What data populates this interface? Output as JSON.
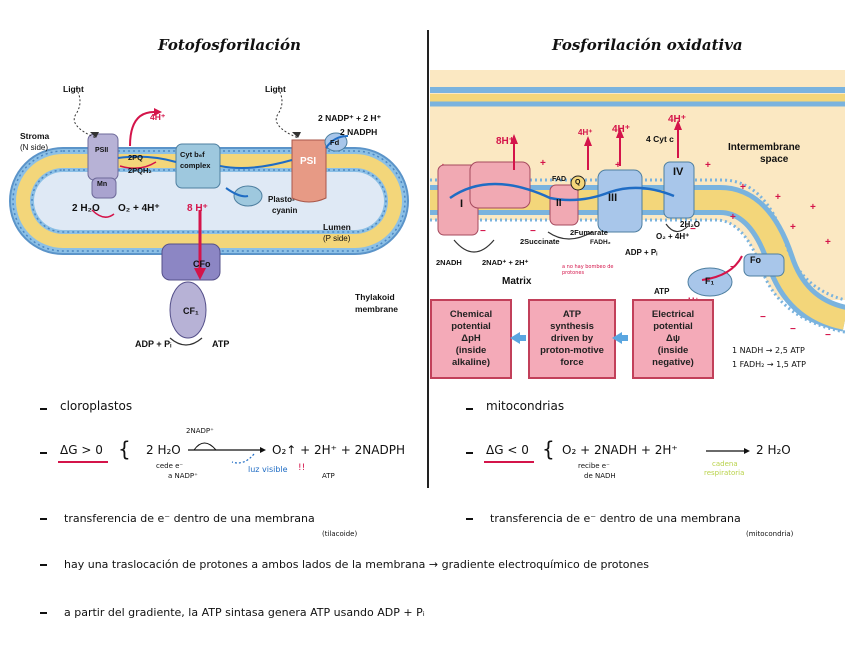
{
  "left_title": "Fotofosforilación",
  "right_title": "Fosforilación oxidativa",
  "left_diagram": {
    "light_1": "Light",
    "light_2": "Light",
    "stroma": "Stroma",
    "stroma_side": "(N side)",
    "psii": "PSII",
    "mn": "Mn",
    "pq": "2PQ",
    "pqh2": "2PQH₂",
    "cytb6f": "Cyt b₆f",
    "complex": "complex",
    "h4_top": "4H⁺",
    "psi": "PSI",
    "fd": "Fd",
    "nadp": "2 NADP⁺ + 2 H⁺",
    "nadph": "2 NADPH",
    "water": "2 H₂O",
    "o2": "O₂ + 4H⁺",
    "h8": "8 H⁺",
    "plastocyanin_1": "Plasto-",
    "plastocyanin_2": "cyanin",
    "lumen": "Lumen",
    "lumen_side": "(P side)",
    "cfo": "CFo",
    "cf1": "CF₁",
    "adp": "ADP + Pᵢ",
    "atp": "ATP",
    "thylakoid_1": "Thylakoid",
    "thylakoid_2": "membrane"
  },
  "right_diagram": {
    "h8": "8H⁺",
    "h4a": "4H⁺",
    "h4b": "4H⁺",
    "h4c": "4H⁺",
    "cyt_c": "4 Cyt c",
    "ims_1": "Intermembrane",
    "ims_2": "space",
    "c1": "I",
    "c2": "II",
    "c3": "III",
    "c4": "IV",
    "fad": "FAD",
    "q": "Q",
    "water": "2H₂O",
    "o2": "O₂ + 4H⁺",
    "succinate": "2Succinate",
    "fumarate": "2Fumarate",
    "fadh2": "FADH₂",
    "nadh": "2NADH",
    "nad": "2NAD⁺ + 2H⁺",
    "matrix": "Matrix",
    "pink_note": "a no hay bombeo de protones",
    "adp": "ADP + Pᵢ",
    "atp": "ATP",
    "fo": "Fo",
    "f1": "F₁",
    "hplus": "H⁺",
    "box_chem": [
      "Chemical",
      "potential",
      "ΔpH",
      "(inside",
      "alkaline)"
    ],
    "box_atp": [
      "ATP",
      "synthesis",
      "driven by",
      "proton-motive",
      "force"
    ],
    "box_elec": [
      "Electrical",
      "potential",
      "Δψ",
      "(inside",
      "negative)"
    ],
    "yield_nadh": "1 NADH → 2,5 ATP",
    "yield_fadh2": "1 FADH₂ → 1,5 ATP"
  },
  "notes_left": {
    "item1": "cloroplastos",
    "eq_dg": "ΔG > 0",
    "eq_reactant": "2 H₂O",
    "eq_top": "2NADP⁺",
    "eq_products": "O₂↑ + 2H⁺ + 2NADPH",
    "eq_sub1": "cede e⁻",
    "eq_sub2": "a NADP⁺",
    "eq_light": "luz visible",
    "eq_atp": "ATP"
  },
  "notes_right": {
    "item1": "mitocondrias",
    "eq_dg": "ΔG < 0",
    "eq_reactants": "O₂ + 2NADH + 2H⁺",
    "eq_product": "2 H₂O",
    "eq_sub1": "recibe e⁻",
    "eq_sub2": "de NADH",
    "eq_green1": "cadena",
    "eq_green2": "respiratoria"
  },
  "bottom": {
    "left_transfer": "transferencia de e⁻ dentro de una membrana",
    "left_transfer_sub": "(tilacoide)",
    "right_transfer": "transferencia de e⁻ dentro de una membrana",
    "right_transfer_sub": "(mitocondria)",
    "line2": "hay una traslocación de protones a ambos lados de la membrana → gradiente electroquímico de protones",
    "line3": "a partir del gradiente, la ATP sintasa genera ATP usando ADP + Pᵢ"
  },
  "colors": {
    "membrane_yellow": "#f3d67a",
    "membrane_blue": "#7ab3de",
    "ims_bg": "#fbe8c2",
    "complex_pink": "#f1a9b3",
    "complex_blue": "#a8c6ea",
    "red": "#d4144a",
    "blue": "#1f6cc4"
  }
}
